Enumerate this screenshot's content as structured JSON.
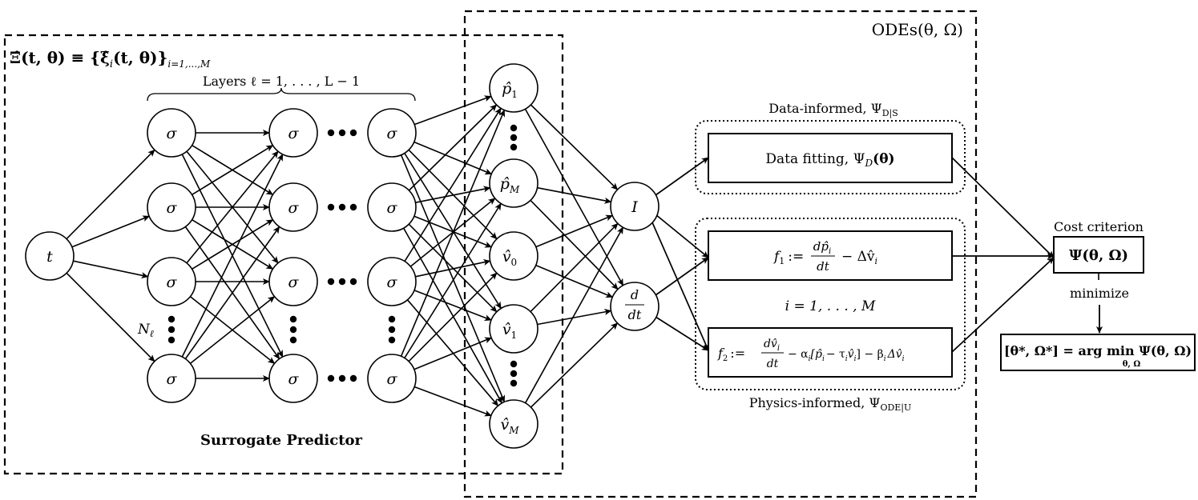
{
  "surrogate": {
    "header_symbol": "Ξ̂(t, θ) ≡ {ξ̂",
    "header_mid": "(t, θ)}",
    "header_index": "i",
    "header_sub": "i=1,...,M",
    "layers_label": "Layers ℓ = 1, . . . , L − 1",
    "input_node": "t",
    "hidden_node": "σ",
    "width_label": "N",
    "width_sub": "ℓ",
    "title": "Surrogate Predictor"
  },
  "outputs": {
    "p1": "p̂",
    "p1_sub": "1",
    "pM": "p̂",
    "pM_sub": "M",
    "v0": "v̂",
    "v0_sub": "0",
    "v1": "v̂",
    "v1_sub": "1",
    "vM": "v̂",
    "vM_sub": "M"
  },
  "operators": {
    "identity": "I",
    "deriv_num": "d",
    "deriv_den": "dt"
  },
  "odes": {
    "title": "ODEs(θ, Ω)",
    "data_informed": "Data-informed, Ψ",
    "data_informed_sub": "D|S",
    "data_fitting": "Data fitting, Ψ",
    "data_fitting_sub": "D",
    "data_fitting_arg": "(θ)",
    "f1_lhs": "f",
    "f1_lhs_sub": "1",
    "f1_def": ":=",
    "f1_num": "dp̂",
    "f1_num_sub": "i",
    "f1_den": "dt",
    "f1_rest": "− Δv̂",
    "f1_rest_sub": "i",
    "index_range": "i = 1, . . . , M",
    "f2_lhs": "f",
    "f2_lhs_sub": "2",
    "f2_def": ":=",
    "f2_num": "dv̂",
    "f2_num_sub": "i",
    "f2_den": "dt",
    "f2_rest": "− α",
    "f2_rest2": "[p̂",
    "f2_rest3": "− τ",
    "f2_rest4": "v̂",
    "f2_rest5": "] − β",
    "f2_rest6": "Δv̂",
    "f2_i": "i",
    "physics_informed": "Physics-informed, Ψ",
    "physics_informed_sub": "ODE|U"
  },
  "cost": {
    "criterion_label": "Cost criterion",
    "cost_expr": "Ψ(θ, Ω)",
    "minimize_label": "minimize",
    "result_lhs": "[θ*, Ω*] = arg min Ψ(θ, Ω)",
    "result_sub": "θ, Ω"
  },
  "colors": {
    "stroke": "#000000",
    "background": "#ffffff"
  }
}
